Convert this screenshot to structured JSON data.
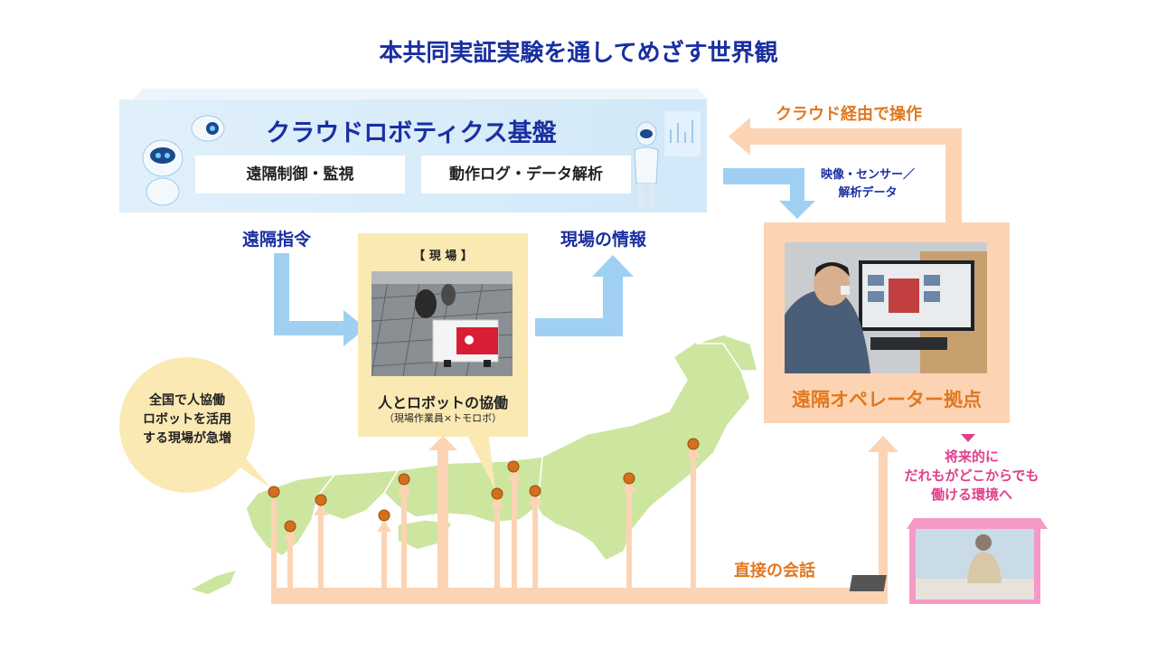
{
  "title": "本共同実証実験を通してめざす世界観",
  "cloud": {
    "title": "クラウドロボティクス基盤",
    "box_left": "遠隔制御・監視",
    "box_right": "動作ログ・データ解析"
  },
  "labels": {
    "remote_command": "遠隔指令",
    "site_info": "現場の情報",
    "cloud_operation": "クラウド経由で操作",
    "video_sensor": "映像・センサー／",
    "analysis_data": "解析データ",
    "direct_talk": "直接の会話"
  },
  "site": {
    "header": "【 現 場 】",
    "caption": "人とロボットの協働",
    "subcaption": "（現場作業員×トモロボ）"
  },
  "operator": {
    "caption": "遠隔オペレーター拠点"
  },
  "bubble": {
    "line1": "全国で人協働",
    "line2": "ロボットを活用",
    "line3": "する現場が急増"
  },
  "future": {
    "line1": "将来的に",
    "line2": "だれもがどこからでも",
    "line3": "働ける環境へ"
  },
  "colors": {
    "title_blue": "#1a2fa0",
    "arrow_blue": "#9fd0f2",
    "arrow_peach": "#fcd4b4",
    "accent_orange": "#e07820",
    "map_green": "#cce6a0",
    "pink": "#e0408c"
  }
}
